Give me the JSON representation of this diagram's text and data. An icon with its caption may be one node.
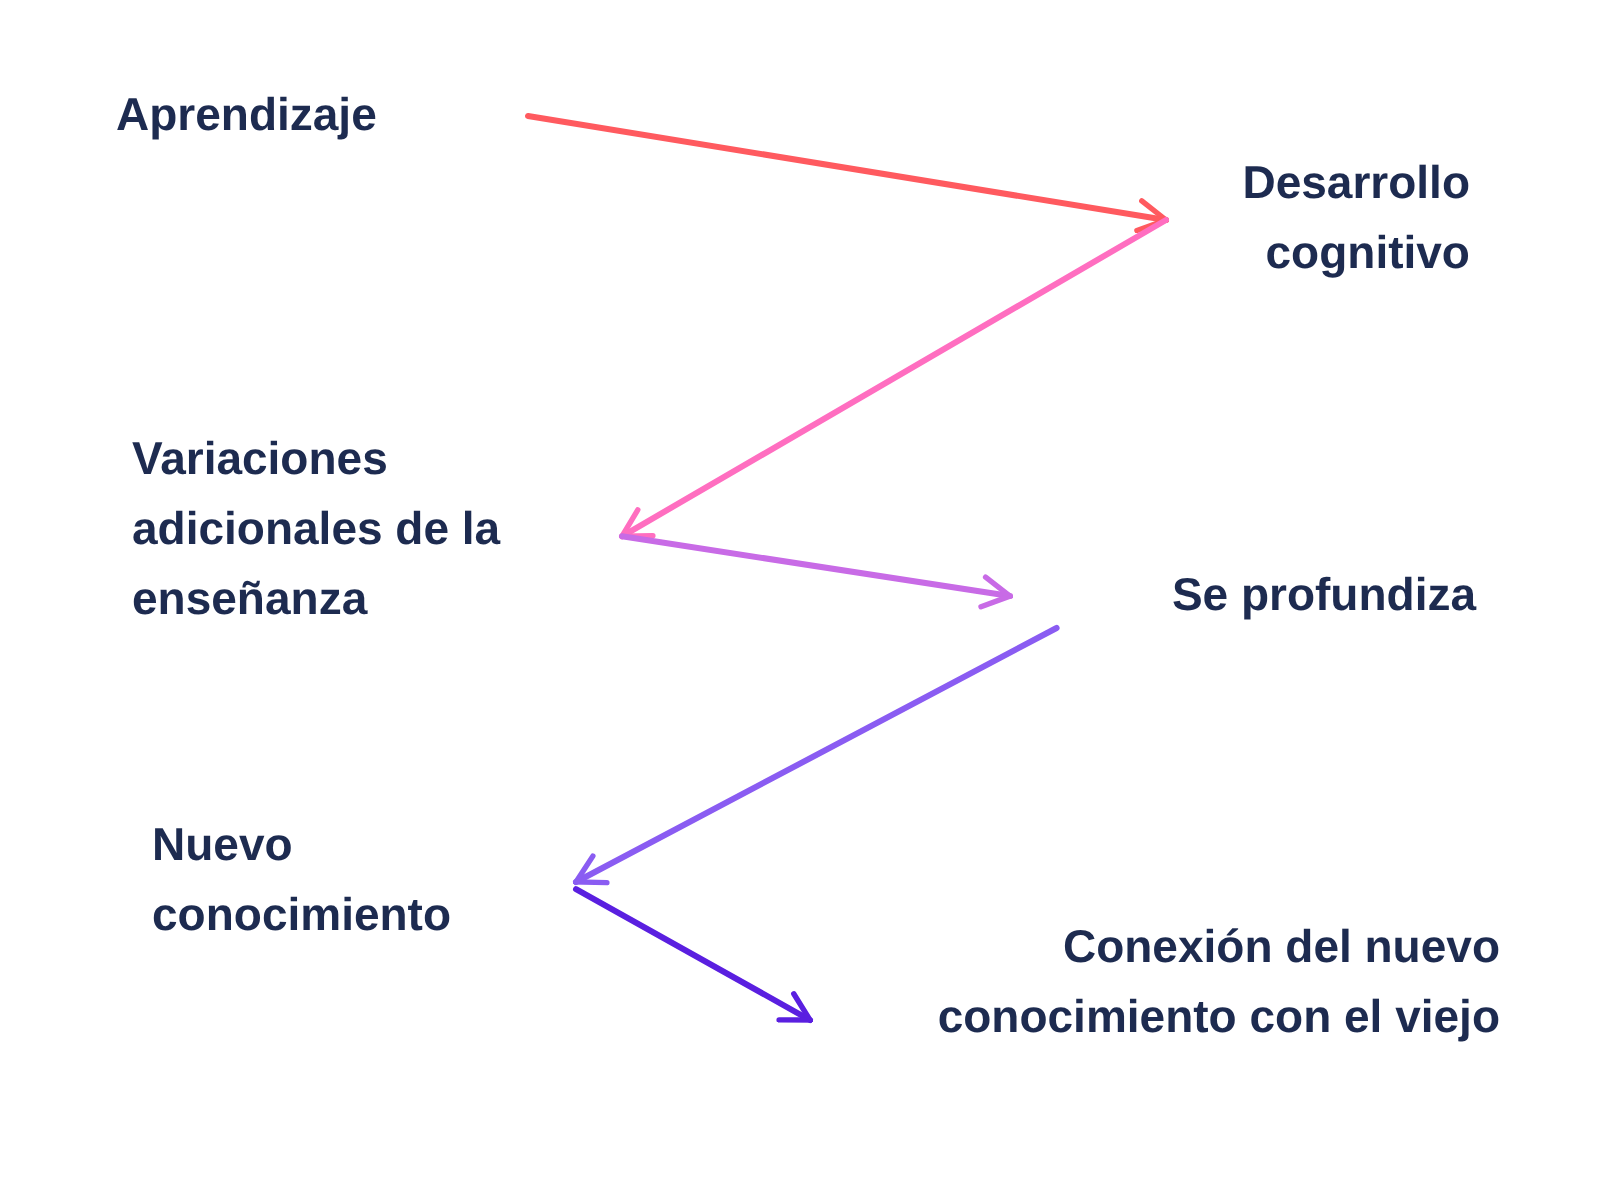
{
  "diagram": {
    "nodes": [
      {
        "text": [
          "Aprendizaje"
        ]
      },
      {
        "text": [
          "Desarrollo cognitivo"
        ]
      },
      {
        "text": [
          "Variaciones adicionales de la enseñanza"
        ]
      },
      {
        "text": [
          "Se profundiza"
        ]
      },
      {
        "text": [
          "Nuevo conocimiento"
        ]
      },
      {
        "text": [
          "Conexión del nuevo conocimiento con el viejo"
        ]
      }
    ],
    "edges": [
      {
        "from": 0,
        "to": 1,
        "arrow": "to",
        "color": "#ff5a5f"
      },
      {
        "from": 1,
        "to": 2,
        "arrow": "to",
        "color": "#ff6ec0"
      },
      {
        "from": 2,
        "to": 3,
        "arrow": "to",
        "color": "#c86be6"
      },
      {
        "from": 3,
        "to": 4,
        "arrow": "to",
        "color": "#8a5cf2"
      },
      {
        "from": 4,
        "to": 5,
        "arrow": "to",
        "color": "#5a1fe0"
      }
    ]
  }
}
